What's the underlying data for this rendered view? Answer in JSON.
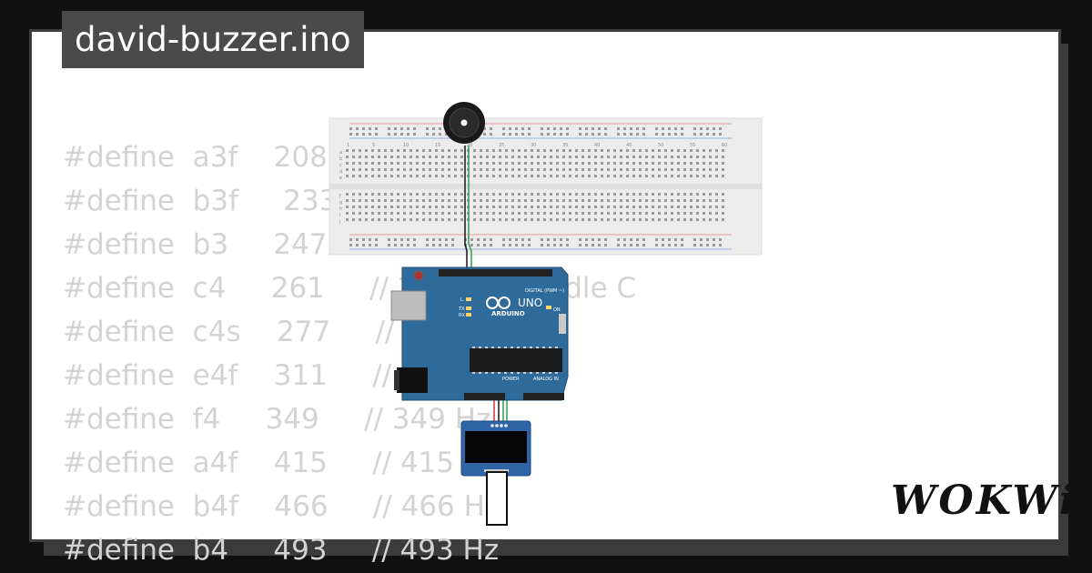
{
  "title": "david-buzzer.ino",
  "code_lines": [
    "#define  a3f    208",
    "#define  b3f     233",
    "#define  b3     247",
    "#define  c4     261     // 261 Hz, Middle C",
    "#define  c4s    277     // 277 Hz",
    "#define  e4f    311     // 311 Hz",
    "#define  f4     349     // 349 Hz",
    "#define  a4f    415     // 415 Hz",
    "#define  b4f    466     // 466 Hz",
    "#define  b4     493     // 493 Hz"
  ],
  "breadboard": {
    "column_numbers": [
      "1",
      "5",
      "10",
      "15",
      "20",
      "25",
      "30",
      "35",
      "40",
      "45",
      "50",
      "55",
      "60"
    ],
    "row_letters_top": [
      "a",
      "b",
      "c",
      "d",
      "e"
    ],
    "row_letters_bottom": [
      "f",
      "g",
      "h",
      "i",
      "j"
    ]
  },
  "arduino": {
    "board_name": "UNO",
    "brand": "ARDUINO",
    "digital_label": "DIGITAL (PWM ~)",
    "power_label": "POWER",
    "analog_label": "ANALOG IN",
    "on_label": "ON",
    "tx_label": "TX",
    "rx_label": "RX",
    "l_label": "L"
  },
  "logo": "WOKWi",
  "colors": {
    "board_blue": "#2e6a9a",
    "breadboard": "#ececec",
    "wire_red": "#d94040",
    "wire_green": "#3aa556",
    "wire_black": "#222222",
    "code_gray": "#d3d3d3"
  }
}
